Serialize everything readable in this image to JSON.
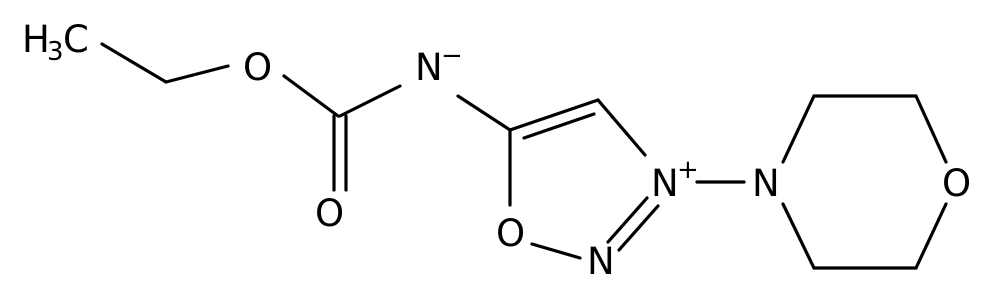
{
  "molecule": {
    "atoms": {
      "methyl": {
        "main": "H",
        "sub": "3",
        "tail": "C"
      },
      "ester_oxygen": "O",
      "carbonyl_oxygen": "O",
      "amide_nitrogen": {
        "main": "N",
        "charge": "−"
      },
      "ring_oxygen": "O",
      "ring_nitrogen": "N",
      "ring_n_plus": {
        "main": "N",
        "charge": "+"
      },
      "morpholine_nitrogen": "N",
      "morpholine_oxygen": "O"
    }
  }
}
